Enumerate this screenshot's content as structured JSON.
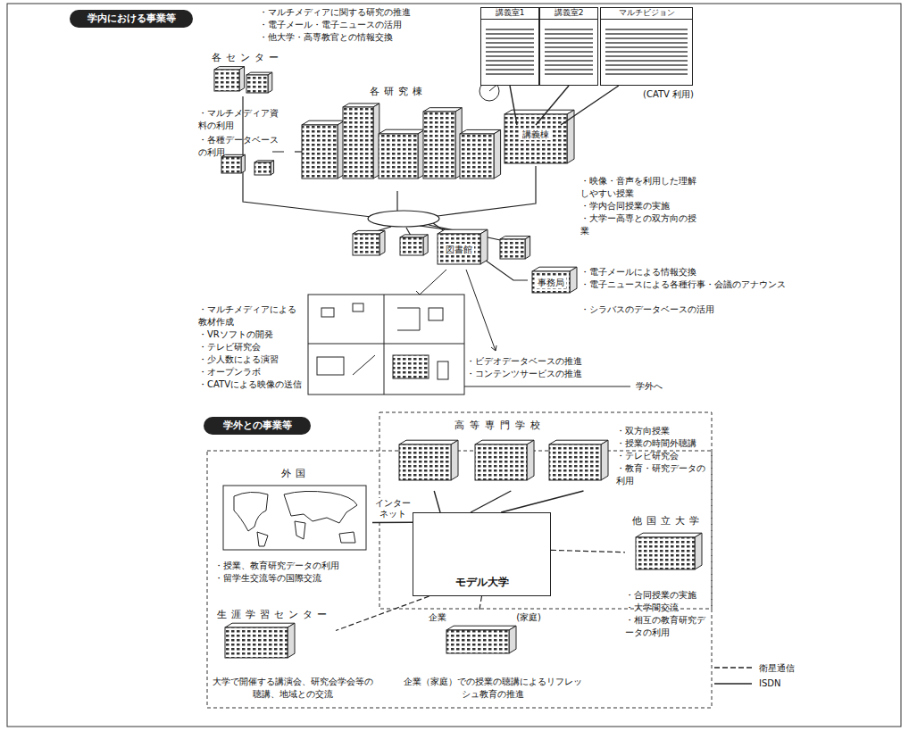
{
  "diagram": {
    "nodes": [
      {
        "text": [
          "学内における事業等"
        ]
      },
      {
        "text": [
          "講義室1"
        ]
      },
      {
        "text": [
          "講義室2"
        ]
      },
      {
        "text": [
          "マルチビジョン"
        ]
      },
      {
        "text": [
          "各センター"
        ]
      },
      {
        "text": [
          "各研究棟"
        ]
      },
      {
        "text": [
          "講義棟"
        ]
      },
      {
        "text": [
          "図書館"
        ]
      },
      {
        "text": [
          "事務局"
        ]
      },
      {
        "text": [
          "学外との事業等"
        ]
      },
      {
        "text": [
          "高等専門学校"
        ]
      },
      {
        "text": [
          "外国"
        ]
      },
      {
        "text": [
          "モデル大学"
        ]
      },
      {
        "text": [
          "他国立大学"
        ]
      },
      {
        "text": [
          "生涯学習センター"
        ]
      },
      {
        "text": [
          "企業",
          "(家庭)"
        ]
      }
    ],
    "edges": [
      {
        "from": 6,
        "to": 1,
        "arrow": "none"
      },
      {
        "from": 6,
        "to": 2,
        "arrow": "none"
      },
      {
        "from": 6,
        "to": 3,
        "arrow": "none"
      },
      {
        "from": 12,
        "to": 10,
        "arrow": "none"
      },
      {
        "from": 12,
        "to": 10,
        "arrow": "none"
      },
      {
        "from": 12,
        "to": 10,
        "arrow": "none"
      },
      {
        "from": 11,
        "to": 12,
        "label": "インターネット",
        "arrow": "none"
      },
      {
        "from": 12,
        "to": 13,
        "arrow": "none"
      },
      {
        "from": 12,
        "to": 14,
        "arrow": "none"
      },
      {
        "from": 12,
        "to": 15,
        "arrow": "none"
      }
    ],
    "labels": [
      "・マルチメディアに関する研究の推進",
      "・電子メール・電子ニュースの活用",
      "・他大学・高専教官との情報交換",
      "(CATV 利用)",
      "・マルチメディア資料の利用",
      "・各種データベースの利用",
      "・映像・音声を利用した理解しやすい授業",
      "・学内合同授業の実施",
      "・大学ー高専との双方向の授業",
      "・電子メールによる情報交換",
      "・電子ニュースによる各種行事・会議のアナウンス",
      "・シラバスのデータベースの活用",
      "・マルチメディアによる教材作成",
      "・VRソフトの開発",
      "・テレビ研究会",
      "・少人数による演習",
      "・オープンラボ",
      "・CATVによる映像の送信",
      "・ビデオデータベースの推進",
      "・コンテンツサービスの推進",
      "学外へ",
      "・双方向授業",
      "・授業の時間外聴講",
      "・テレビ研究会",
      "・教育・研究データの利用",
      "・授業、教育研究データの利用",
      "・留学生交流等の国際交流",
      "・合同授業の実施",
      "・大学間交流",
      "・相互の教育研究データの利用",
      "大学で開催する講演会、研究会学会等の聴講、地域との交流",
      "企業（家庭）での授業の聴講によるリフレッシュ教育の推進"
    ],
    "legend": [
      {
        "text": "衛星通信"
      },
      {
        "text": "ISDN"
      }
    ]
  }
}
